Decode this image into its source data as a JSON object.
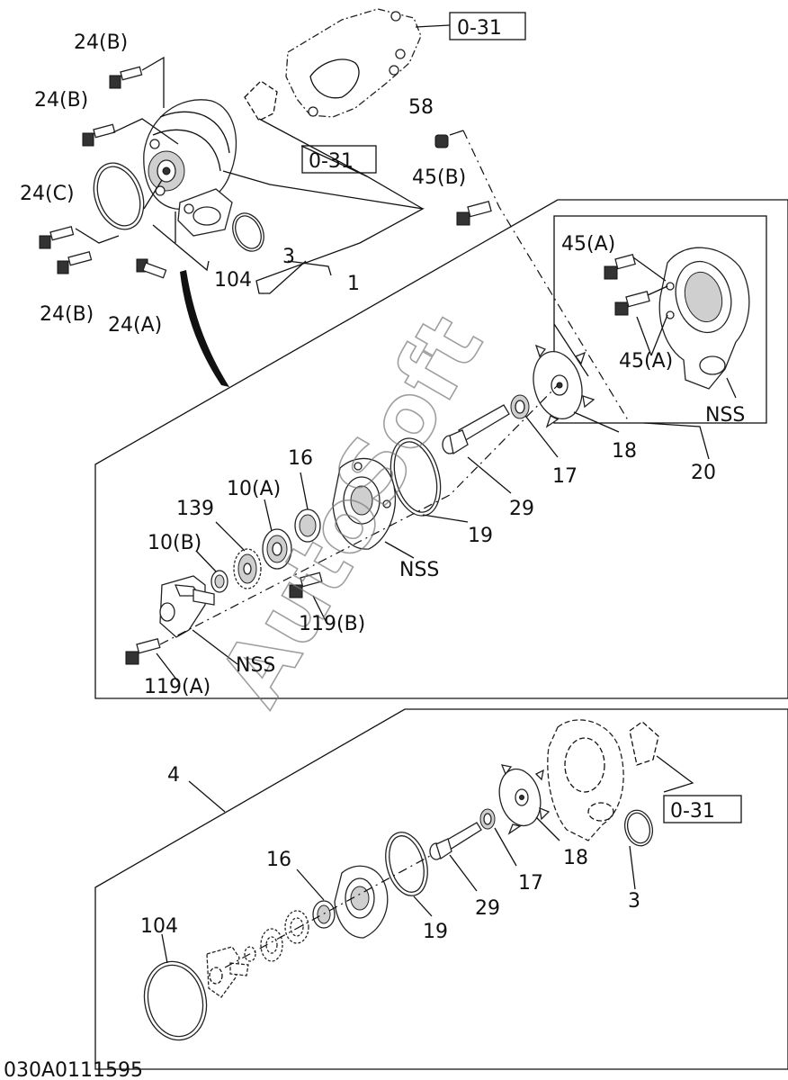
{
  "labels": {
    "ref_031_a": "0-31",
    "ref_031_b": "0-31",
    "ref_031_c": "0-31",
    "p24b_1": "24(B)",
    "p24b_2": "24(B)",
    "p24c": "24(C)",
    "p24b_3": "24(B)",
    "p24a": "24(A)",
    "p104_top": "104",
    "p3_top": "3",
    "p1": "1",
    "p58": "58",
    "p45b": "45(B)",
    "p45a_1": "45(A)",
    "p45a_2": "45(A)",
    "nss_1": "NSS",
    "p20": "20",
    "p18_top": "18",
    "p17_top": "17",
    "p29_top": "29",
    "p19_top": "19",
    "nss_2": "NSS",
    "p16_top": "16",
    "p10a": "10(A)",
    "p139": "139",
    "p10b": "10(B)",
    "p119b": "119(B)",
    "p119a": "119(A)",
    "nss_3": "NSS",
    "p4": "4",
    "p16_bot": "16",
    "p104_bot": "104",
    "p19_bot": "19",
    "p29_bot": "29",
    "p17_bot": "17",
    "p18_bot": "18",
    "p3_bot": "3",
    "drawing_code": "030A0111595"
  },
  "watermark": "AutoSoft"
}
